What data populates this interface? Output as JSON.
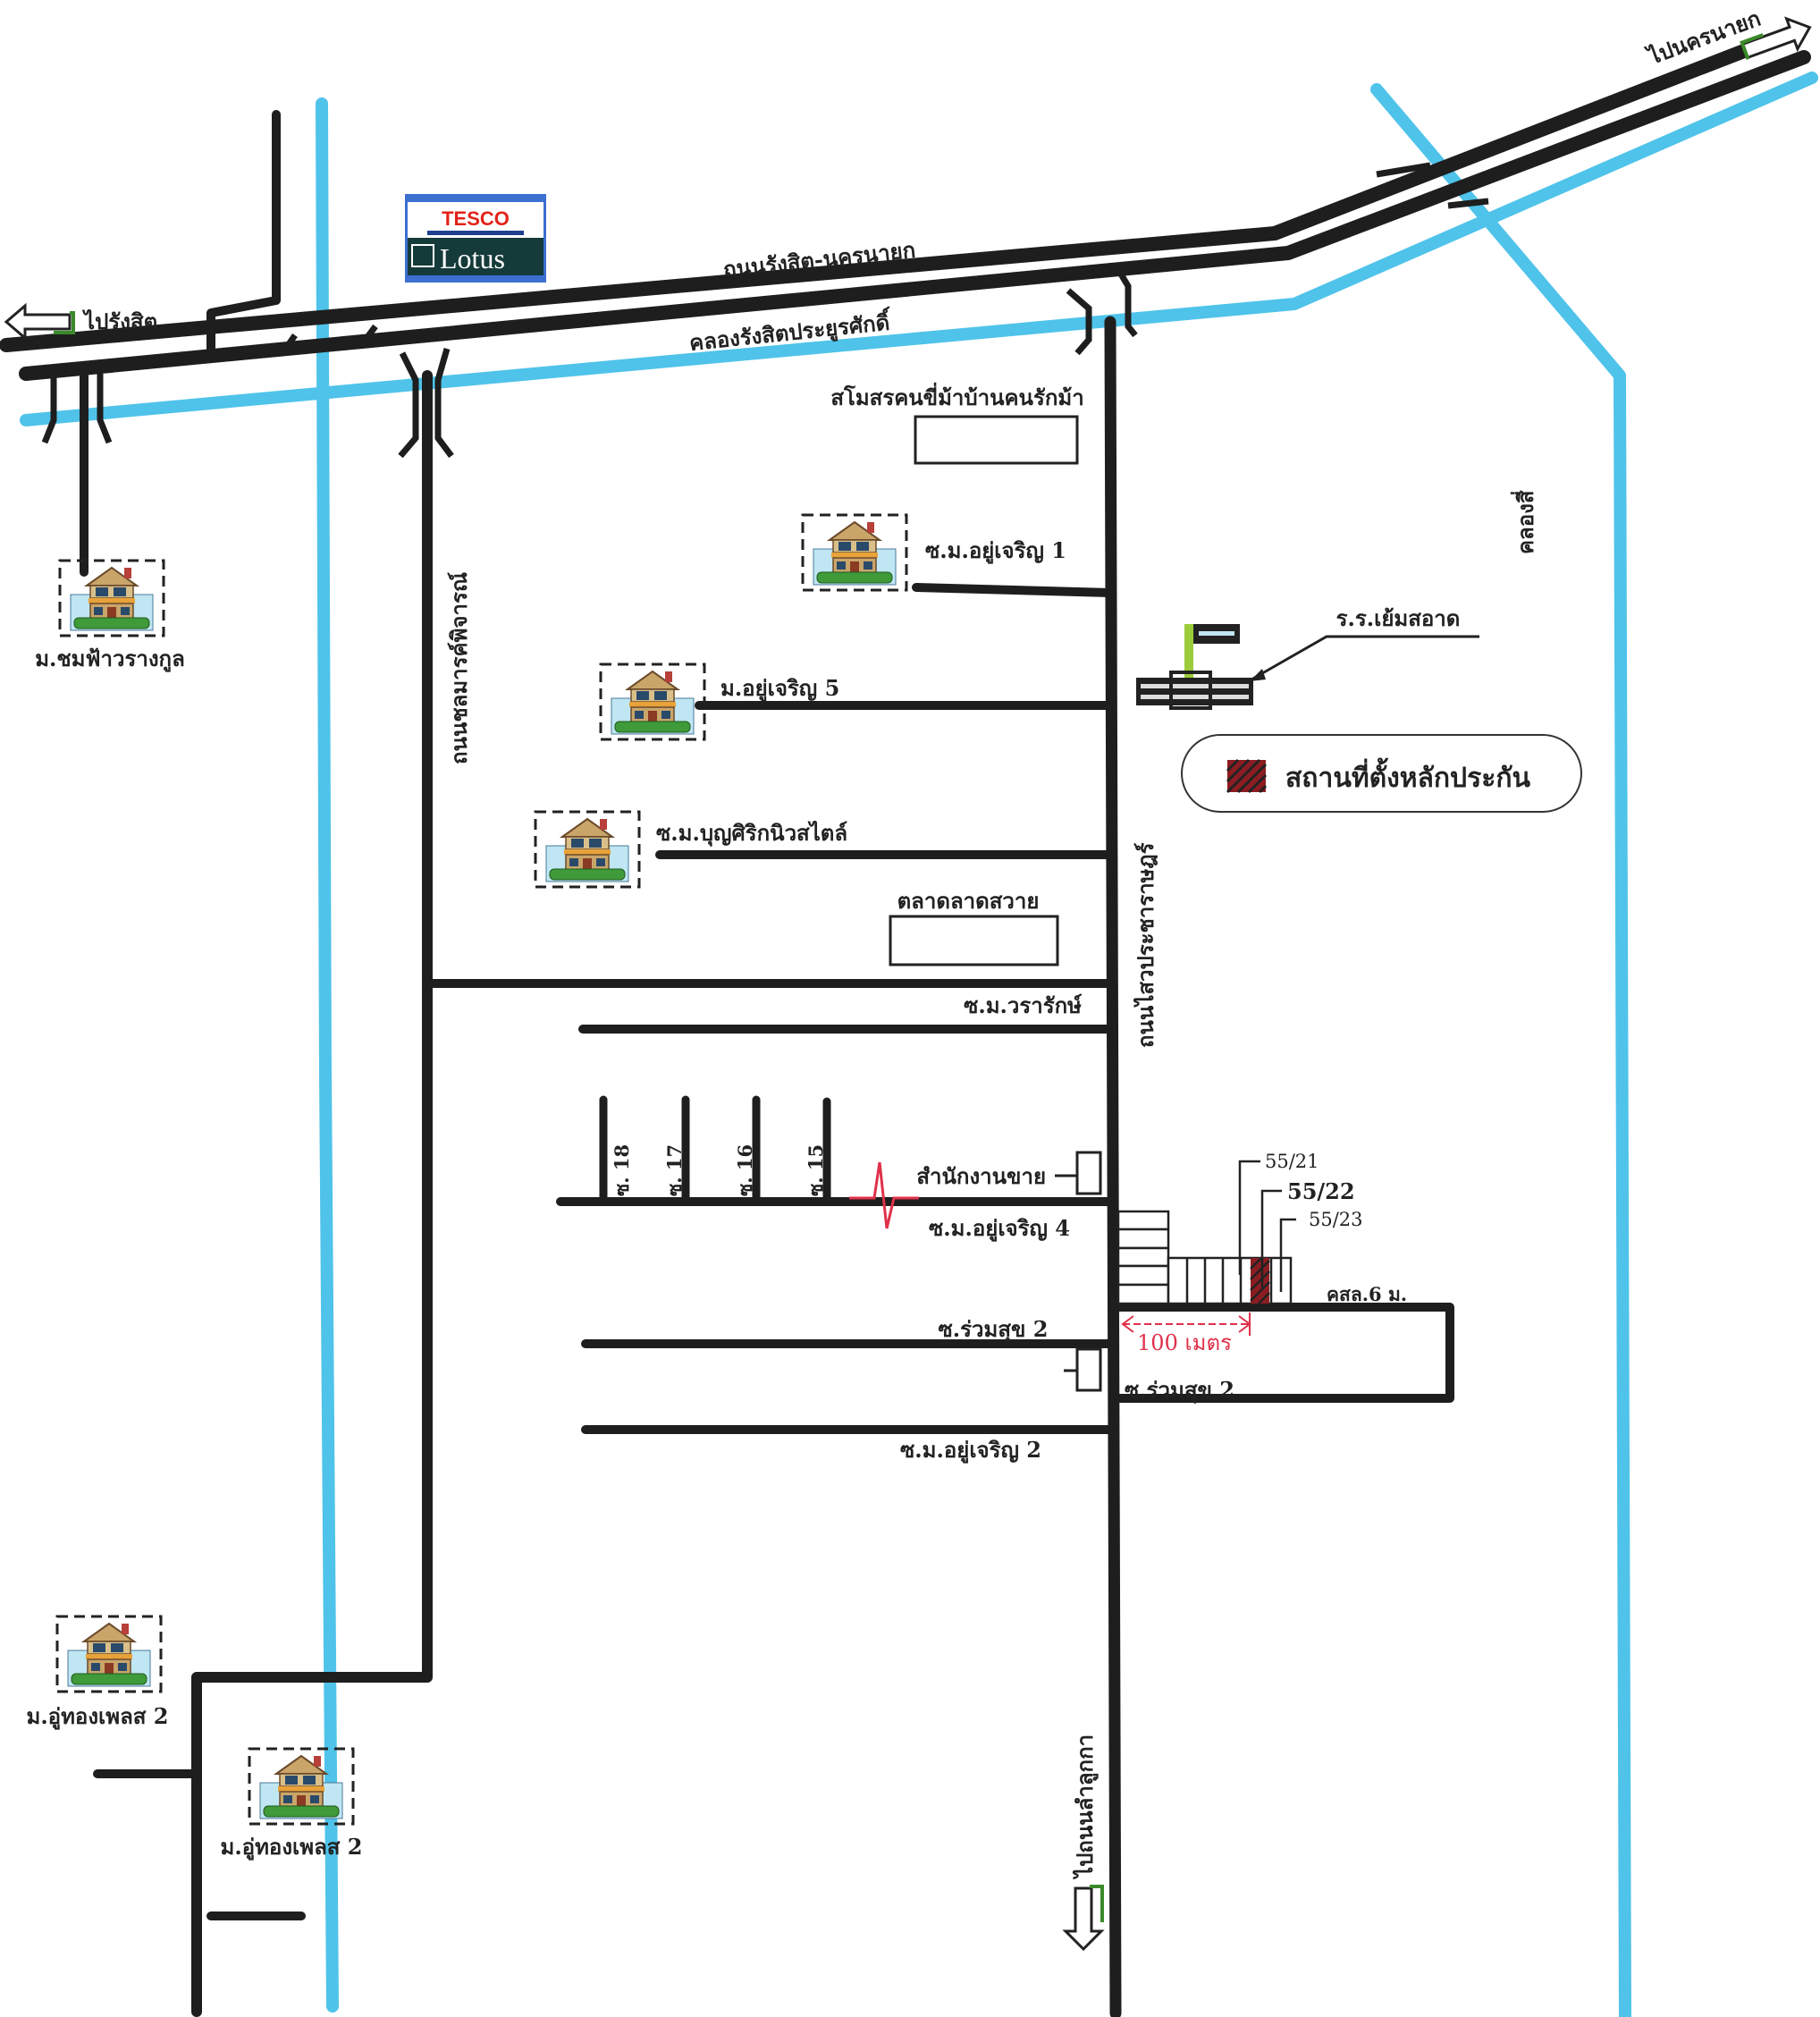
{
  "title_roads": {
    "main_road": "ถนนรังสิต-นครนายก",
    "main_canal": "คลองรังสิตประยูรศักดิ์",
    "to_rangsit": "ไปรังสิต",
    "to_nakhon_nayok": "ไปนครนายก",
    "canal_4": "คลองสี่",
    "chonlamark_road": "ถนนชลมารค์พิจารณ์",
    "sai_road": "ถนนไสวประชาราษฎร์",
    "to_lam_luk_ka": "ไปถนนลำลูกกา"
  },
  "logo": {
    "tesco": "TESCO",
    "lotus": "Lotus",
    "tesco_color": "#e2231a",
    "lotus_bg": "#153a3a"
  },
  "landmarks": {
    "club": "สโมสรคนขี่ม้าบ้านคนรักม้า",
    "market": "ตลาดลาดสวาย",
    "school": "ร.ร.เย้มสอาด",
    "sales_office": "สำนักงานขาย"
  },
  "villages": {
    "v1": "ซ.ม.อยู่เจริญ 1",
    "v5": "ม.อยู่เจริญ 5",
    "boonsiri": "ซ.ม.บุญศิริกนิวสไตล์",
    "chomfa": "ม.ชมฟ้าวรางกูล",
    "uthong_a": "ม.อู่ทองเพลส 2",
    "uthong_b": "ม.อู่ทองเพลส 2"
  },
  "sois": {
    "wararak": "ซ.ม.วรารักษ์",
    "s18": "ซ. 18",
    "s17": "ซ. 17",
    "s16": "ซ. 16",
    "s15": "ซ. 15",
    "v4": "ซ.ม.อยู่เจริญ 4",
    "ruamsuk_left": "ซ.ร่วมสุข 2",
    "ruamsuk_right": "ซ.ร่วมสุข 2",
    "v2": "ซ.ม.อยู่เจริญ 2"
  },
  "property": {
    "lot_a": "55/21",
    "lot_b": "55/22",
    "lot_c": "55/23",
    "road_type": "คสล.6 ม.",
    "distance": "100 เมตร",
    "distance_color": "#e0304a",
    "hatch_color": "#8b1d22"
  },
  "legend": {
    "label": "สถานที่ตั้งหลักประกัน"
  },
  "colors": {
    "road": "#1e1e1e",
    "canal": "#4fc3ea"
  }
}
